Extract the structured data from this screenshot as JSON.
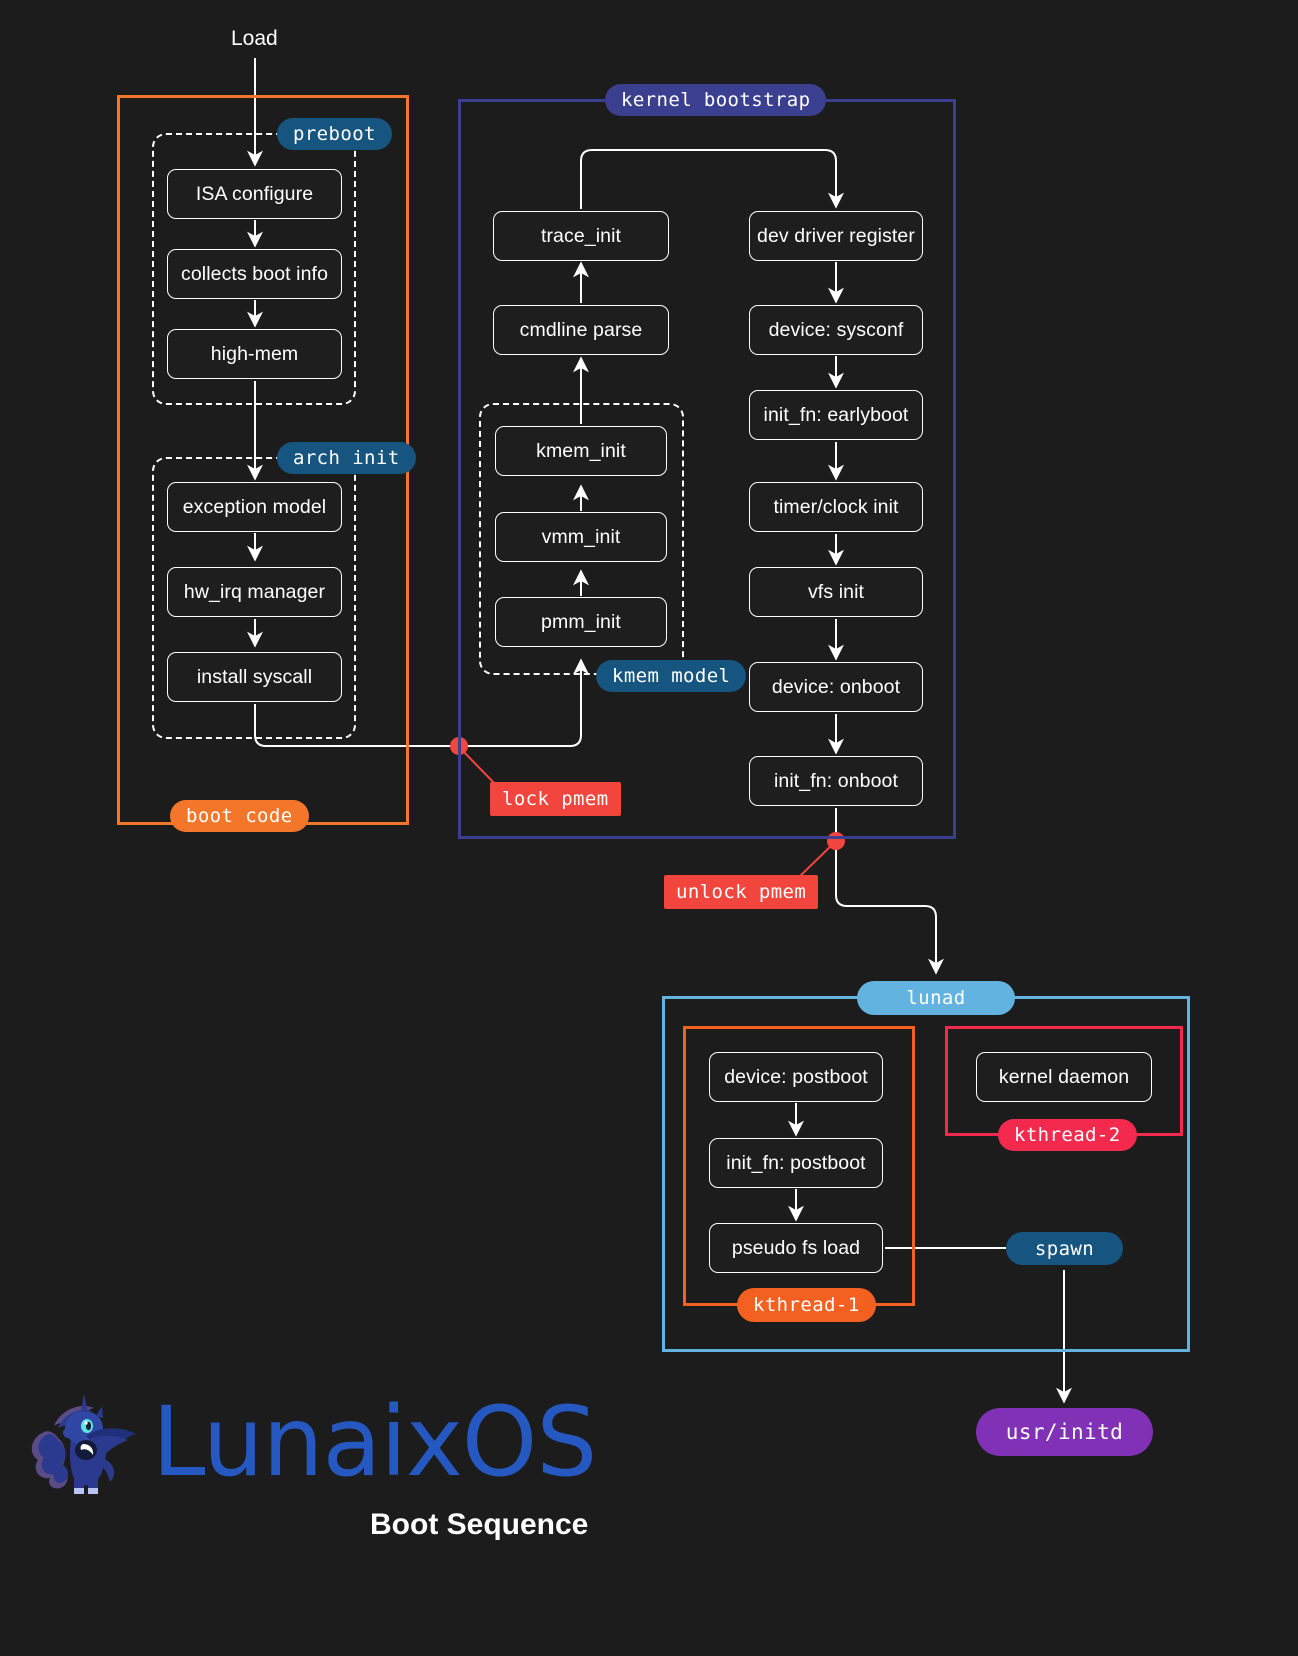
{
  "diagram": {
    "title": "Boot Sequence",
    "brand": "LunaixOS",
    "entry_label": "Load",
    "colors": {
      "background": "#1c1c1c",
      "node_border": "#ffffff",
      "boot_code": "#f4762a",
      "kernel_bootstrap": "#3b3f8f",
      "lunad": "#63b3e0",
      "kthread_1": "#f4601f",
      "kthread_2": "#f32a4e",
      "pill_dark_blue": "#16557f",
      "lock_red": "#f2453d",
      "initd_purple": "#8031b5",
      "brand_blue": "#2558c0"
    },
    "groups": {
      "boot_code": {
        "label": "boot code",
        "subgroups": [
          {
            "label": "preboot",
            "nodes": [
              "ISA configure",
              "collects boot info",
              "high-mem"
            ]
          },
          {
            "label": "arch init",
            "nodes": [
              "exception model",
              "hw_irq manager",
              "install syscall"
            ]
          }
        ]
      },
      "kernel_bootstrap": {
        "label": "kernel bootstrap",
        "left_column": [
          "trace_init",
          "cmdline parse"
        ],
        "kmem_model": {
          "label": "kmem model",
          "nodes": [
            "kmem_init",
            "vmm_init",
            "pmm_init"
          ]
        },
        "right_column": [
          "dev driver register",
          "device: sysconf",
          "init_fn: earlyboot",
          "timer/clock init",
          "vfs init",
          "device: onboot",
          "init_fn: onboot"
        ]
      },
      "lunad": {
        "label": "lunad",
        "kthread_1": {
          "label": "kthread-1",
          "nodes": [
            "device: postboot",
            "init_fn: postboot",
            "pseudo fs load"
          ]
        },
        "kthread_2": {
          "label": "kthread-2",
          "nodes": [
            "kernel daemon"
          ]
        },
        "spawn_label": "spawn"
      }
    },
    "annotations": {
      "lock_pmem": "lock pmem",
      "unlock_pmem": "unlock pmem"
    },
    "terminal": {
      "label": "usr/initd"
    }
  }
}
